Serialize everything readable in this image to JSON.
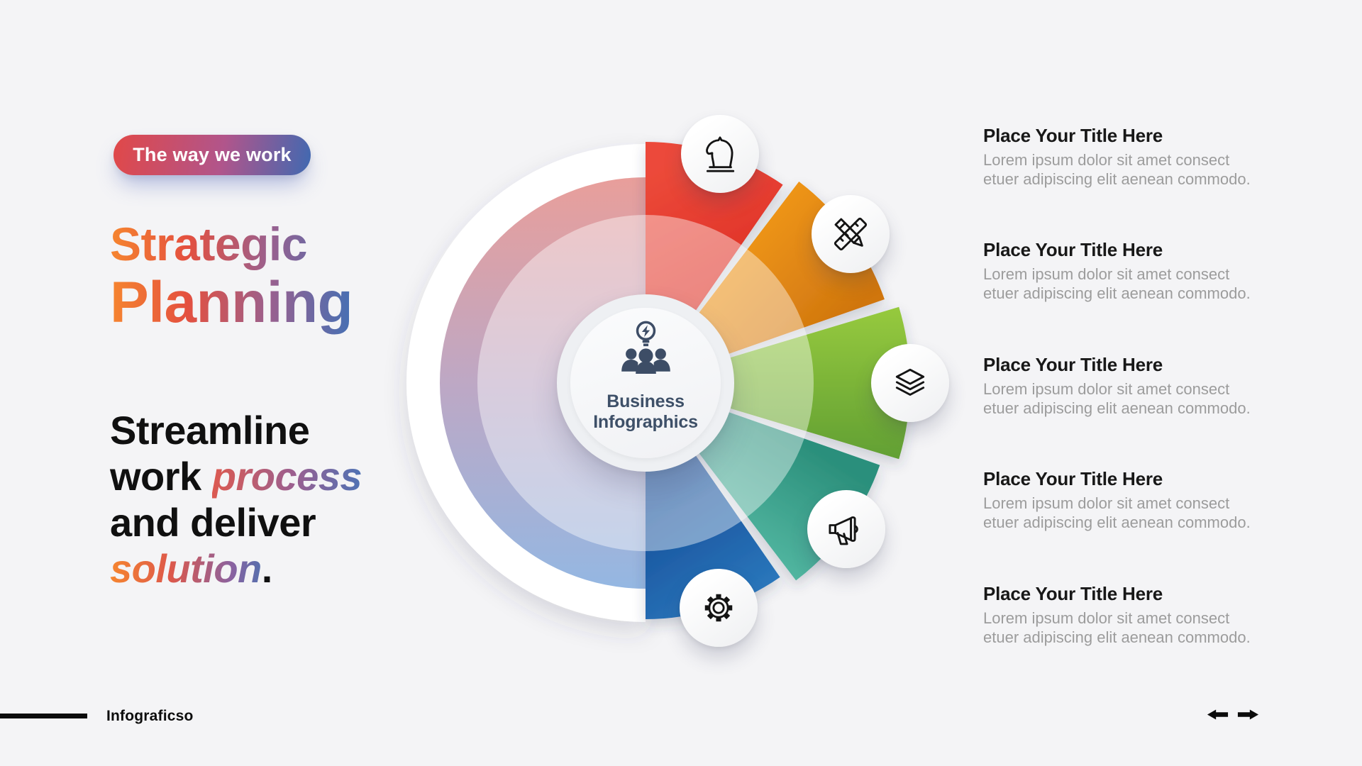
{
  "badge": {
    "label": "The way we work"
  },
  "hero": {
    "title_line1": "Strategic",
    "title_line2": "Planning",
    "copy_line1": "Streamline",
    "copy_line2_plain": "work ",
    "copy_line2_accent": "process",
    "copy_line3": "and deliver",
    "copy_line4_accent": "solution",
    "copy_line4_plain": "."
  },
  "chart": {
    "center": {
      "icon": "team-idea-icon",
      "title_line1": "Business",
      "title_line2": "Infographics"
    },
    "segments": [
      {
        "position": "top",
        "icon": "chess-knight-icon",
        "color_start": "#ec4a3a",
        "color_end": "#dc2b22"
      },
      {
        "position": "upper-right",
        "icon": "pencil-ruler-icon",
        "color_start": "#f9a01b",
        "color_end": "#d0760f"
      },
      {
        "position": "right",
        "icon": "layers-icon",
        "color_start": "#97ca3e",
        "color_end": "#619f33"
      },
      {
        "position": "lower-right",
        "icon": "megaphone-icon",
        "color_start": "#2b8f7b",
        "color_end": "#5ec2ac"
      },
      {
        "position": "bottom",
        "icon": "gear-icon",
        "color_start": "#174f9a",
        "color_end": "#2e7fc2"
      }
    ],
    "left_half_gradient": [
      "#e2837e",
      "#ab8fb4",
      "#76a3da"
    ]
  },
  "items": [
    {
      "title": "Place Your Title Here",
      "desc_line1": "Lorem ipsum dolor sit amet consect",
      "desc_line2": "etuer adipiscing elit aenean commodo."
    },
    {
      "title": "Place Your Title Here",
      "desc_line1": "Lorem ipsum dolor sit amet consect",
      "desc_line2": "etuer adipiscing elit aenean commodo."
    },
    {
      "title": "Place Your Title Here",
      "desc_line1": "Lorem ipsum dolor sit amet consect",
      "desc_line2": "etuer adipiscing elit aenean commodo."
    },
    {
      "title": "Place Your Title Here",
      "desc_line1": "Lorem ipsum dolor sit amet consect",
      "desc_line2": "etuer adipiscing elit aenean commodo."
    },
    {
      "title": "Place Your Title Here",
      "desc_line1": "Lorem ipsum dolor sit amet consect",
      "desc_line2": "etuer adipiscing elit aenean commodo."
    }
  ],
  "footer": {
    "brand": "Infograficso"
  },
  "colors": {
    "background": "#f4f4f6",
    "badge_gradient": [
      "#e14848",
      "#b1558b",
      "#4069b1"
    ],
    "title_gradient": [
      "#f6862f",
      "#e4503f",
      "#99608f",
      "#4570b4"
    ],
    "hub_text": "#3e5068",
    "body_text": "#101010",
    "muted_text": "#9c9c9c"
  }
}
